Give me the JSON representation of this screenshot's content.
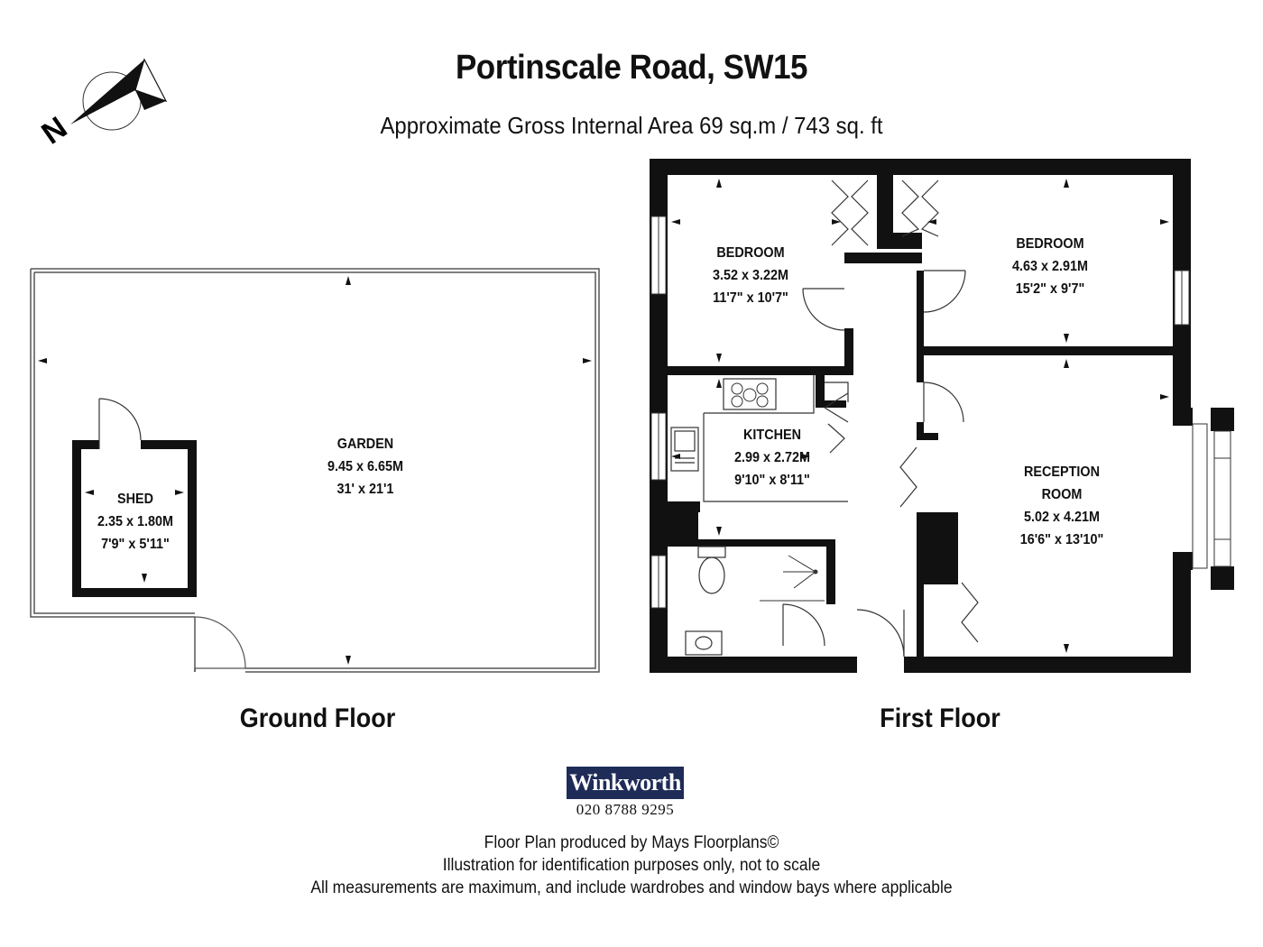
{
  "header": {
    "title": "Portinscale Road, SW15",
    "area": "Approximate Gross Internal Area 69 sq.m  /  743 sq. ft"
  },
  "compass": {
    "label": "N"
  },
  "ground_floor": {
    "label": "Ground Floor",
    "garden": {
      "name": "GARDEN",
      "metric": "9.45 x 6.65M",
      "imperial": "31' x 21'1"
    },
    "shed": {
      "name": "SHED",
      "metric": "2.35 x 1.80M",
      "imperial": "7'9\" x 5'11\""
    }
  },
  "first_floor": {
    "label": "First Floor",
    "bedroom_1": {
      "name": "BEDROOM",
      "metric": "3.52 x 3.22M",
      "imperial": "11'7\" x 10'7\""
    },
    "bedroom_2": {
      "name": "BEDROOM",
      "metric": "4.63 x 2.91M",
      "imperial": "15'2\" x 9'7\""
    },
    "kitchen": {
      "name": "KITCHEN",
      "metric": "2.99 x 2.72M",
      "imperial": "9'10\" x 8'11\""
    },
    "reception": {
      "name_line1": "RECEPTION",
      "name_line2": "ROOM",
      "metric": "5.02 x 4.21M",
      "imperial": "16'6\" x 13'10\""
    }
  },
  "agent": {
    "name": "Winkworth",
    "phone": "020 8788 9295",
    "brand_color": "#1f2c58"
  },
  "footer": {
    "line1": "Floor Plan produced by Mays Floorplans©",
    "line2": "Illustration for identification purposes only, not to scale",
    "line3": "All measurements are maximum, and include wardrobes and window bays where applicable"
  }
}
